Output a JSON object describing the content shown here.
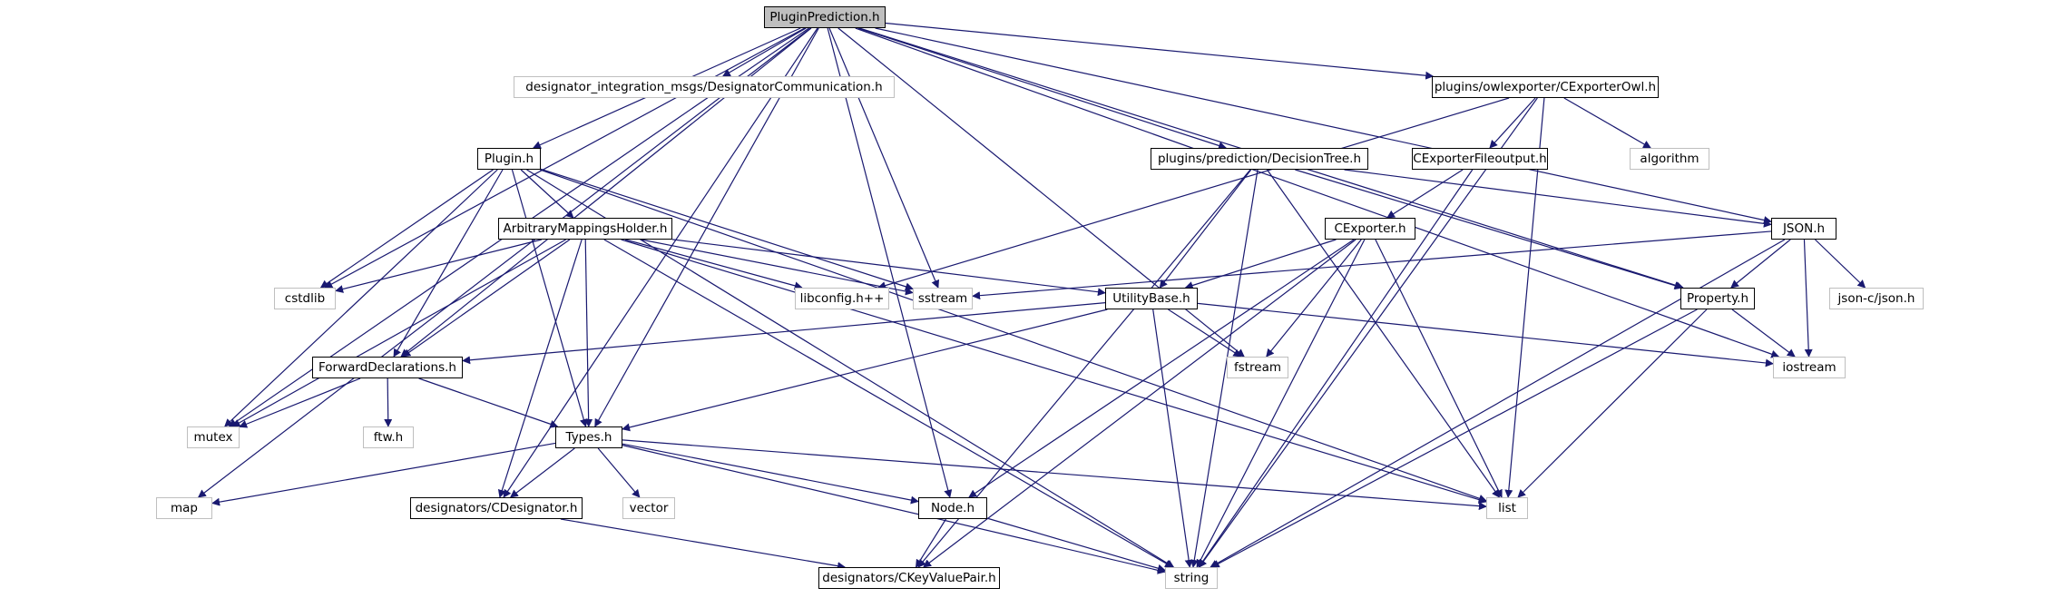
{
  "diagram": {
    "edge_color": "#191970",
    "nodes": [
      {
        "id": "pluginprediction",
        "label": "PluginPrediction.h",
        "style": "highlight"
      },
      {
        "id": "designatorcomm",
        "label": "designator_integration_msgs/DesignatorCommunication.h",
        "style": "gray"
      },
      {
        "id": "cexporterowl",
        "label": "plugins/owlexporter/CExporterOwl.h",
        "style": "box"
      },
      {
        "id": "plugin",
        "label": "Plugin.h",
        "style": "box"
      },
      {
        "id": "decisiontree",
        "label": "plugins/prediction/DecisionTree.h",
        "style": "box"
      },
      {
        "id": "cexporterfile",
        "label": "CExporterFileoutput.h",
        "style": "box"
      },
      {
        "id": "algorithm",
        "label": "algorithm",
        "style": "gray"
      },
      {
        "id": "arbitrary",
        "label": "ArbitraryMappingsHolder.h",
        "style": "box"
      },
      {
        "id": "cexporter",
        "label": "CExporter.h",
        "style": "box"
      },
      {
        "id": "json",
        "label": "JSON.h",
        "style": "box"
      },
      {
        "id": "cstdlib",
        "label": "cstdlib",
        "style": "gray"
      },
      {
        "id": "libconfig",
        "label": "libconfig.h++",
        "style": "gray"
      },
      {
        "id": "sstream",
        "label": "sstream",
        "style": "gray"
      },
      {
        "id": "utilitybase",
        "label": "UtilityBase.h",
        "style": "box"
      },
      {
        "id": "property",
        "label": "Property.h",
        "style": "box"
      },
      {
        "id": "jsonc",
        "label": "json-c/json.h",
        "style": "gray"
      },
      {
        "id": "forwarddecl",
        "label": "ForwardDeclarations.h",
        "style": "box"
      },
      {
        "id": "fstream",
        "label": "fstream",
        "style": "gray"
      },
      {
        "id": "iostream",
        "label": "iostream",
        "style": "gray"
      },
      {
        "id": "mutex",
        "label": "mutex",
        "style": "gray"
      },
      {
        "id": "ftw",
        "label": "ftw.h",
        "style": "gray"
      },
      {
        "id": "types",
        "label": "Types.h",
        "style": "box"
      },
      {
        "id": "vector",
        "label": "vector",
        "style": "gray"
      },
      {
        "id": "map",
        "label": "map",
        "style": "gray"
      },
      {
        "id": "cdesignator",
        "label": "designators/CDesignator.h",
        "style": "box"
      },
      {
        "id": "node",
        "label": "Node.h",
        "style": "box"
      },
      {
        "id": "list",
        "label": "list",
        "style": "gray"
      },
      {
        "id": "ckeyvaluepair",
        "label": "designators/CKeyValuePair.h",
        "style": "box"
      },
      {
        "id": "string",
        "label": "string",
        "style": "gray"
      }
    ],
    "edges": [
      [
        "pluginprediction",
        "designatorcomm"
      ],
      [
        "pluginprediction",
        "cexporterowl"
      ],
      [
        "pluginprediction",
        "plugin"
      ],
      [
        "pluginprediction",
        "decisiontree"
      ],
      [
        "pluginprediction",
        "json"
      ],
      [
        "pluginprediction",
        "property"
      ],
      [
        "pluginprediction",
        "cstdlib"
      ],
      [
        "pluginprediction",
        "sstream"
      ],
      [
        "pluginprediction",
        "fstream"
      ],
      [
        "pluginprediction",
        "iostream"
      ],
      [
        "pluginprediction",
        "forwarddecl"
      ],
      [
        "pluginprediction",
        "mutex"
      ],
      [
        "pluginprediction",
        "types"
      ],
      [
        "pluginprediction",
        "map"
      ],
      [
        "pluginprediction",
        "cdesignator"
      ],
      [
        "pluginprediction",
        "node"
      ],
      [
        "cexporterowl",
        "cexporterfile"
      ],
      [
        "cexporterowl",
        "algorithm"
      ],
      [
        "cexporterowl",
        "libconfig"
      ],
      [
        "cexporterowl",
        "list"
      ],
      [
        "cexporterowl",
        "string"
      ],
      [
        "plugin",
        "arbitrary"
      ],
      [
        "plugin",
        "cstdlib"
      ],
      [
        "plugin",
        "sstream"
      ],
      [
        "plugin",
        "forwarddecl"
      ],
      [
        "plugin",
        "mutex"
      ],
      [
        "plugin",
        "types"
      ],
      [
        "plugin",
        "list"
      ],
      [
        "plugin",
        "string"
      ],
      [
        "decisiontree",
        "json"
      ],
      [
        "decisiontree",
        "utilitybase"
      ],
      [
        "decisiontree",
        "property"
      ],
      [
        "decisiontree",
        "list"
      ],
      [
        "decisiontree",
        "string"
      ],
      [
        "decisiontree",
        "ckeyvaluepair"
      ],
      [
        "cexporterfile",
        "cexporter"
      ],
      [
        "cexporterfile",
        "string"
      ],
      [
        "arbitrary",
        "cstdlib"
      ],
      [
        "arbitrary",
        "libconfig"
      ],
      [
        "arbitrary",
        "sstream"
      ],
      [
        "arbitrary",
        "utilitybase"
      ],
      [
        "arbitrary",
        "forwarddecl"
      ],
      [
        "arbitrary",
        "mutex"
      ],
      [
        "arbitrary",
        "types"
      ],
      [
        "arbitrary",
        "cdesignator"
      ],
      [
        "arbitrary",
        "list"
      ],
      [
        "arbitrary",
        "string"
      ],
      [
        "cexporter",
        "utilitybase"
      ],
      [
        "cexporter",
        "fstream"
      ],
      [
        "cexporter",
        "node"
      ],
      [
        "cexporter",
        "list"
      ],
      [
        "cexporter",
        "string"
      ],
      [
        "cexporter",
        "ckeyvaluepair"
      ],
      [
        "json",
        "sstream"
      ],
      [
        "json",
        "property"
      ],
      [
        "json",
        "jsonc"
      ],
      [
        "json",
        "iostream"
      ],
      [
        "json",
        "string"
      ],
      [
        "utilitybase",
        "forwarddecl"
      ],
      [
        "utilitybase",
        "fstream"
      ],
      [
        "utilitybase",
        "iostream"
      ],
      [
        "utilitybase",
        "types"
      ],
      [
        "utilitybase",
        "string"
      ],
      [
        "property",
        "iostream"
      ],
      [
        "property",
        "list"
      ],
      [
        "property",
        "string"
      ],
      [
        "forwarddecl",
        "mutex"
      ],
      [
        "forwarddecl",
        "ftw"
      ],
      [
        "forwarddecl",
        "types"
      ],
      [
        "types",
        "vector"
      ],
      [
        "types",
        "map"
      ],
      [
        "types",
        "cdesignator"
      ],
      [
        "types",
        "node"
      ],
      [
        "types",
        "list"
      ],
      [
        "types",
        "string"
      ],
      [
        "cdesignator",
        "ckeyvaluepair"
      ],
      [
        "node",
        "ckeyvaluepair"
      ],
      [
        "node",
        "string"
      ]
    ]
  }
}
